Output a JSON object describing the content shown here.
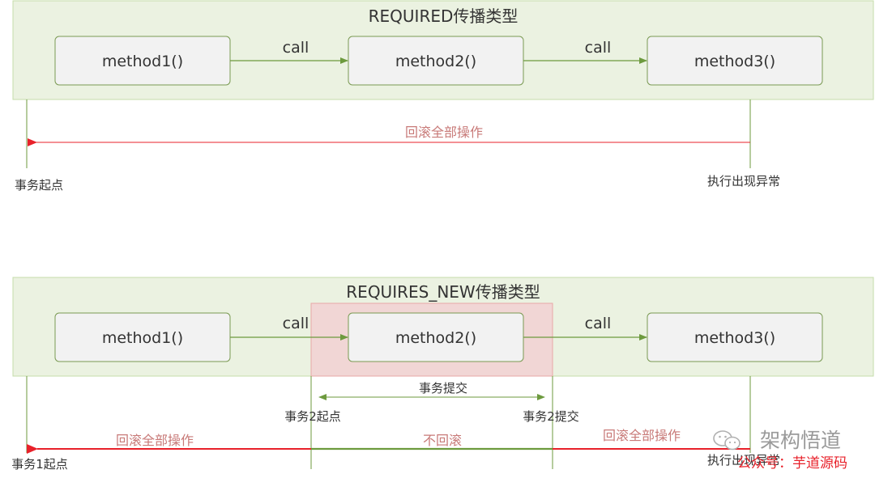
{
  "diagram1": {
    "title": "REQUIRED传播类型",
    "methods": [
      "method1()",
      "method2()",
      "method3()"
    ],
    "calls": [
      "call",
      "call"
    ],
    "rollback_label": "回滚全部操作",
    "start_label": "事务起点",
    "exception_label": "执行出现异常"
  },
  "diagram2": {
    "title": "REQUIRES_NEW传播类型",
    "methods": [
      "method1()",
      "method2()",
      "method3()"
    ],
    "calls": [
      "call",
      "call"
    ],
    "commit_label": "事务提交",
    "tx2_start_label": "事务2起点",
    "tx2_commit_label": "事务2提交",
    "rollback_left_label": "回滚全部操作",
    "no_rollback_label": "不回滚",
    "rollback_right_label": "回滚全部操作",
    "tx1_start_label": "事务1起点",
    "exception_label": "执行出现异常"
  },
  "watermark": {
    "brand": "架构悟道",
    "account": "公众号：芋道源码"
  },
  "colors": {
    "panel_fill": "#ebf2e1",
    "panel_border": "#c5dcaa",
    "box_fill": "#f2f2f2",
    "box_border": "#7a9a52",
    "green_line": "#6d9a3e",
    "red_line": "#e8212a",
    "highlight_fill": "#f1d6d5",
    "highlight_border": "#e8a8a6",
    "watermark_red": "#e8212a"
  }
}
